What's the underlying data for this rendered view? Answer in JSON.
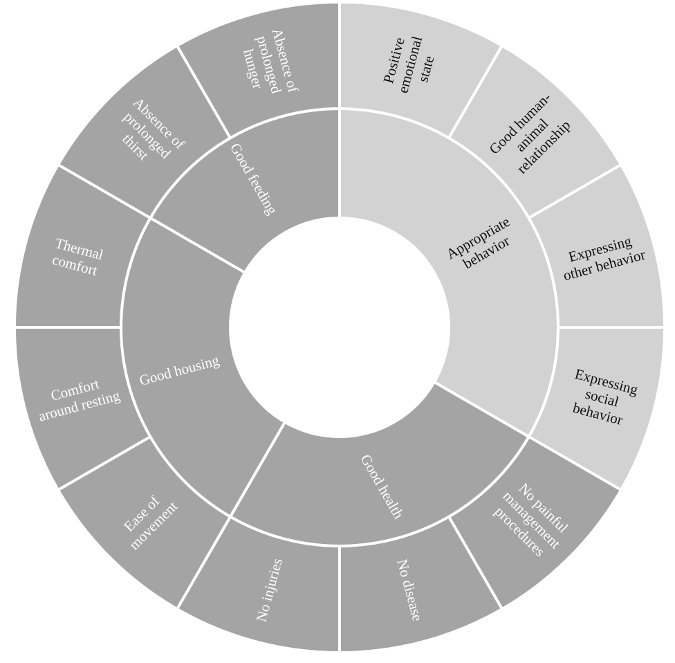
{
  "chart_data": {
    "type": "sunburst",
    "colors": {
      "dark_fill": "#a4a4a4",
      "light_fill": "#d2d2d2",
      "dark_text": "#ffffff",
      "light_text": "#111111",
      "background": "#ffffff"
    },
    "inner": [
      {
        "label": "Good feeding",
        "tone": "dark",
        "share": 2
      },
      {
        "label": "Appropriate behavior",
        "tone": "light",
        "share": 4
      },
      {
        "label": "Good health",
        "tone": "dark",
        "share": 3
      },
      {
        "label": "Good housing",
        "tone": "dark",
        "share": 3
      }
    ],
    "outer": [
      {
        "label": "Positive emotional state",
        "parent": "Appropriate behavior",
        "tone": "light"
      },
      {
        "label": "Good human-animal relationship",
        "parent": "Appropriate behavior",
        "tone": "light"
      },
      {
        "label": "Expressing other behavior",
        "parent": "Appropriate behavior",
        "tone": "light"
      },
      {
        "label": "Expressing social behavior",
        "parent": "Appropriate behavior",
        "tone": "light"
      },
      {
        "label": "No painful management procedures",
        "parent": "Good health",
        "tone": "dark"
      },
      {
        "label": "No disease",
        "parent": "Good health",
        "tone": "dark"
      },
      {
        "label": "No injuries",
        "parent": "Good health",
        "tone": "dark"
      },
      {
        "label": "Ease of movement",
        "parent": "Good housing",
        "tone": "dark"
      },
      {
        "label": "Comfort around resting",
        "parent": "Good housing",
        "tone": "dark"
      },
      {
        "label": "Thermal comfort",
        "parent": "Good housing",
        "tone": "dark"
      },
      {
        "label": "Absence of prolonged thirst",
        "parent": "Good feeding",
        "tone": "dark"
      },
      {
        "label": "Absence of prolonged hunger",
        "parent": "Good feeding",
        "tone": "dark"
      }
    ]
  }
}
